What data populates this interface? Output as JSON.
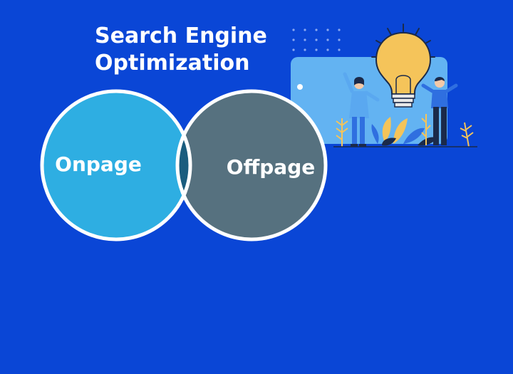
{
  "title": {
    "line1": "Search Engine",
    "line2": "Optimization"
  },
  "venn": {
    "left": {
      "label": "Onpage"
    },
    "right": {
      "label": "Offpage"
    }
  },
  "illustration": {
    "icon": "lightbulb-icon"
  },
  "colors": {
    "background": "#0a46d6",
    "left_circle": "#2eaee2",
    "right_circle": "#56717f",
    "overlap": "#1b5d7e",
    "bulb": "#f5c45a"
  }
}
